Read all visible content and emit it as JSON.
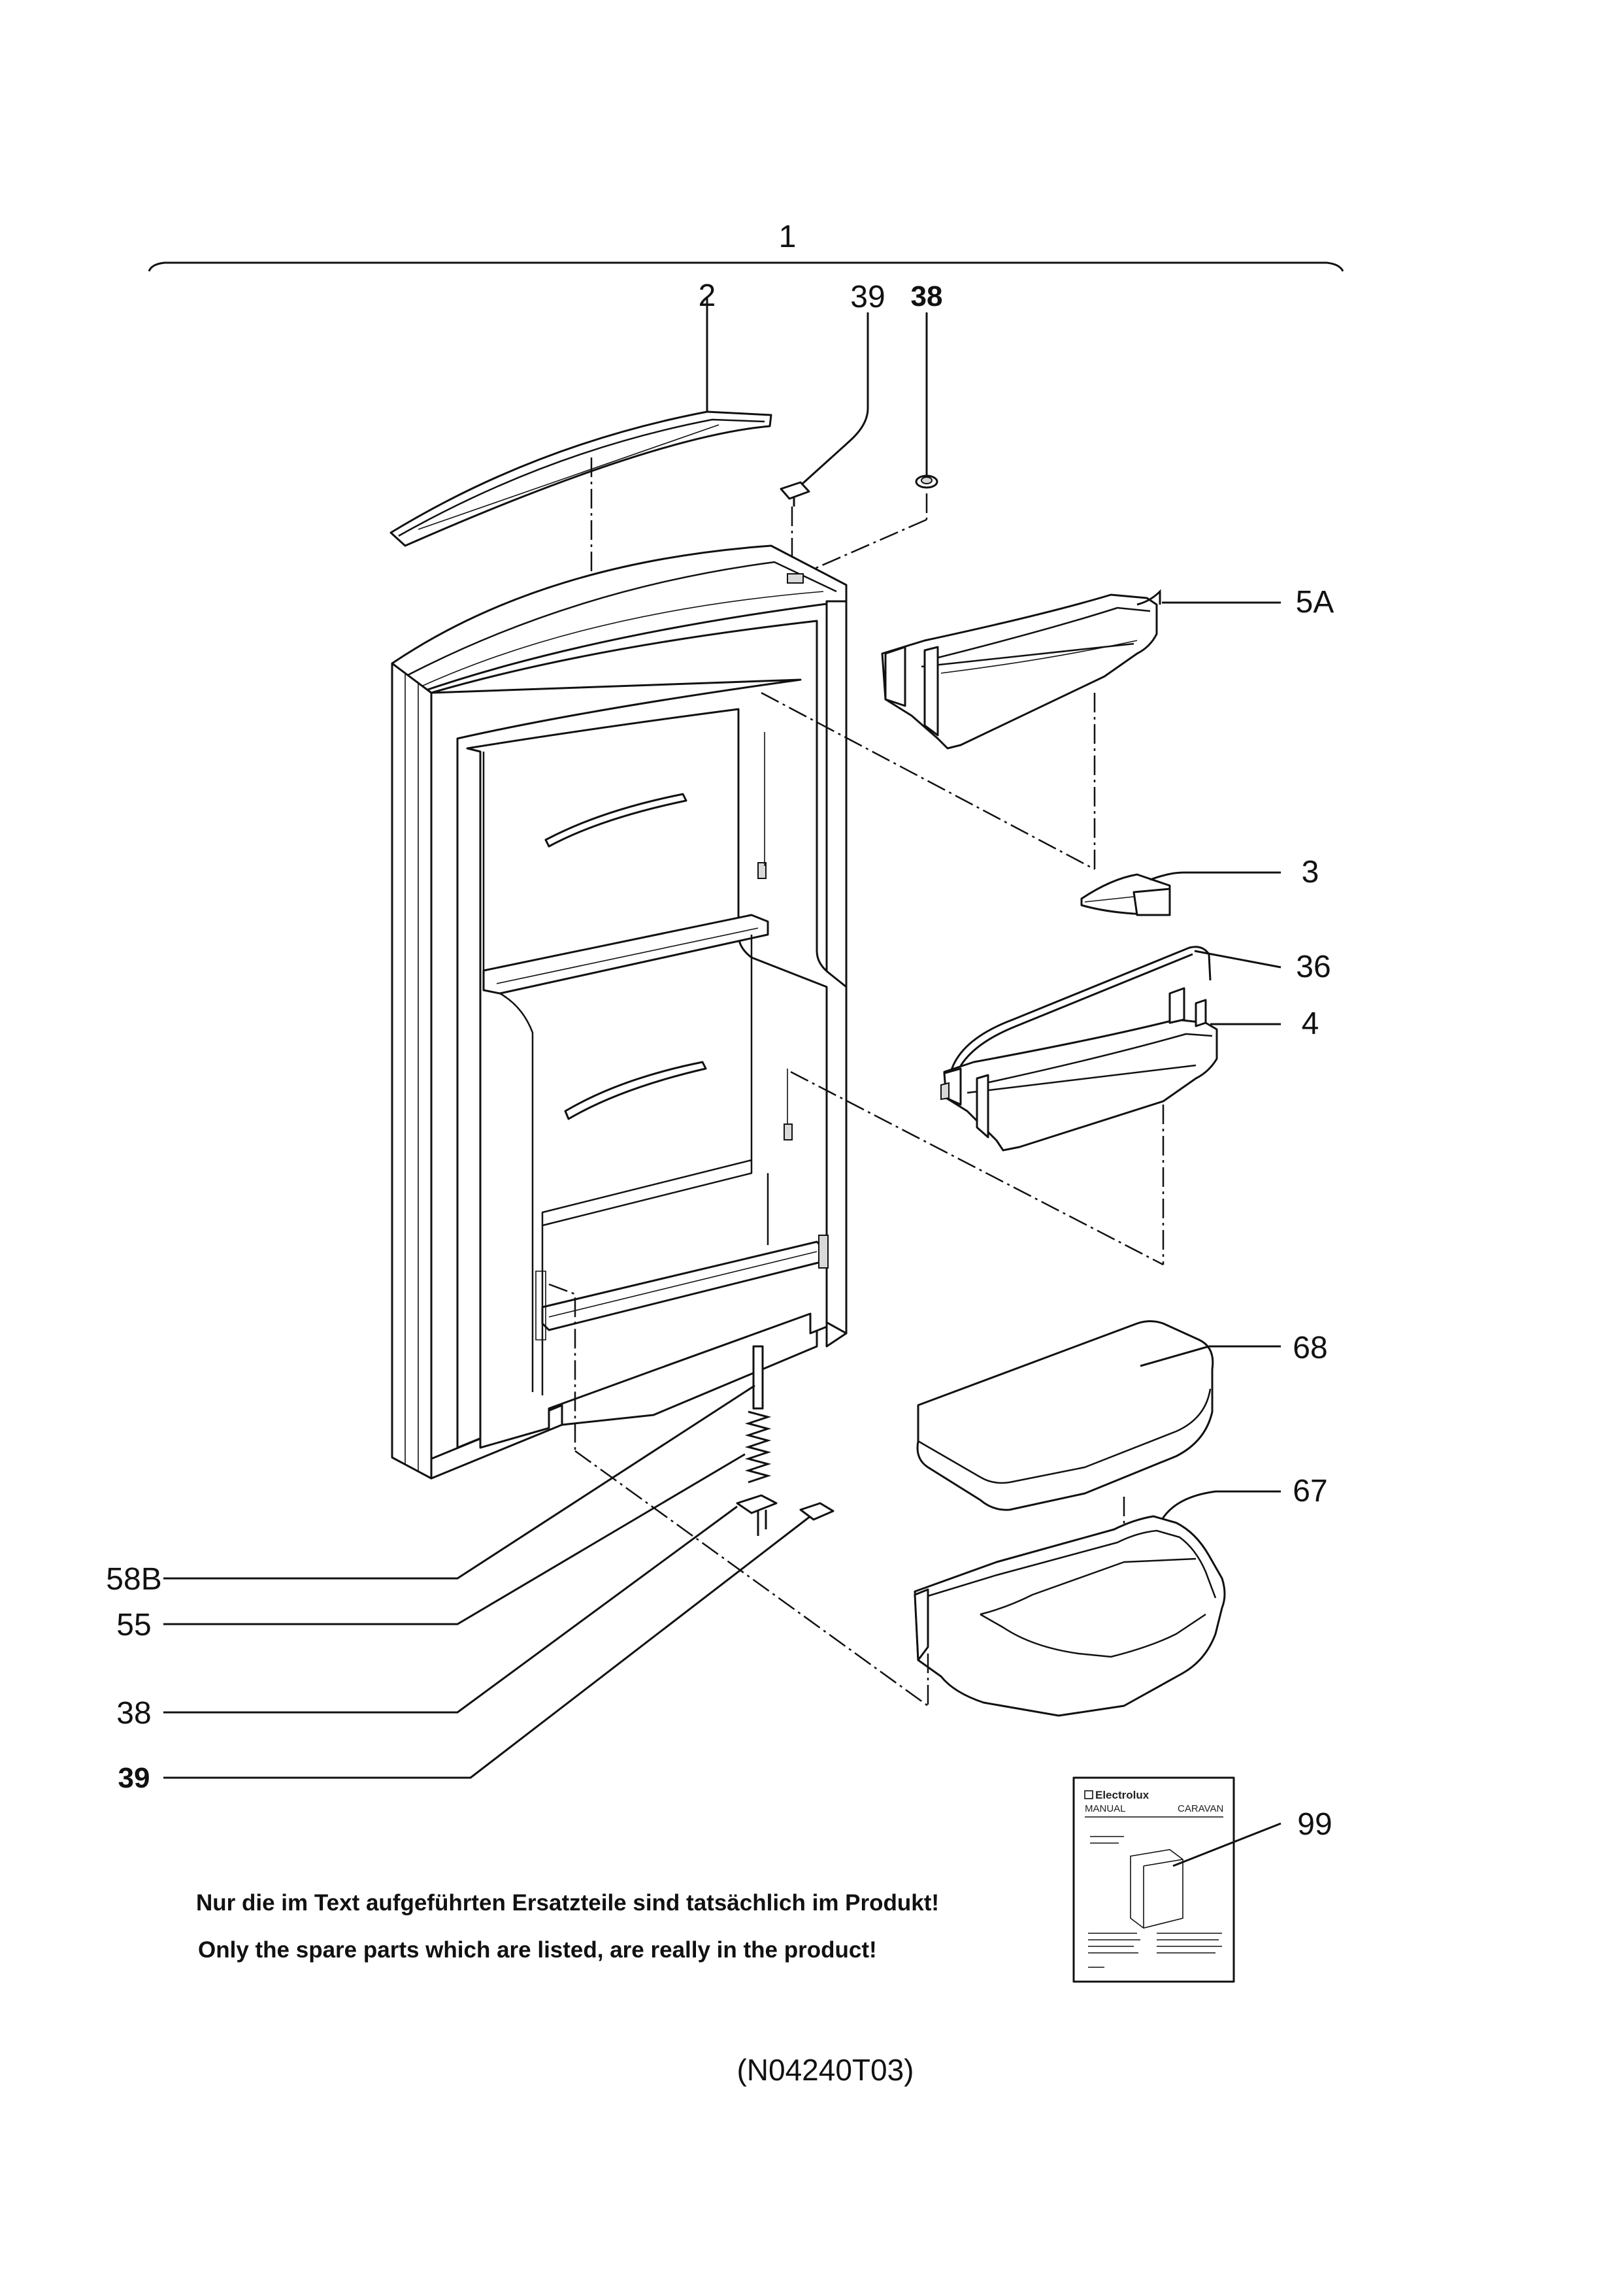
{
  "labels": {
    "l1": "1",
    "l2": "2",
    "l39_top": "39",
    "l38_top": "38",
    "l5a": "5A",
    "l3": "3",
    "l36": "36",
    "l4": "4",
    "l68": "68",
    "l67": "67",
    "l58b": "58B",
    "l55": "55",
    "l38_bot": "38",
    "l39_bot": "39",
    "l99": "99"
  },
  "notes": {
    "de": "Nur die im Text aufgeführten Ersatzteile sind tatsächlich im Produkt!",
    "en": "Only the spare parts which are listed, are really in the product!"
  },
  "drawing_code": "(N04240T03)",
  "manual_cover": {
    "brand": "Electrolux",
    "left_title": "MANUAL",
    "right_title": "CARAVAN"
  }
}
